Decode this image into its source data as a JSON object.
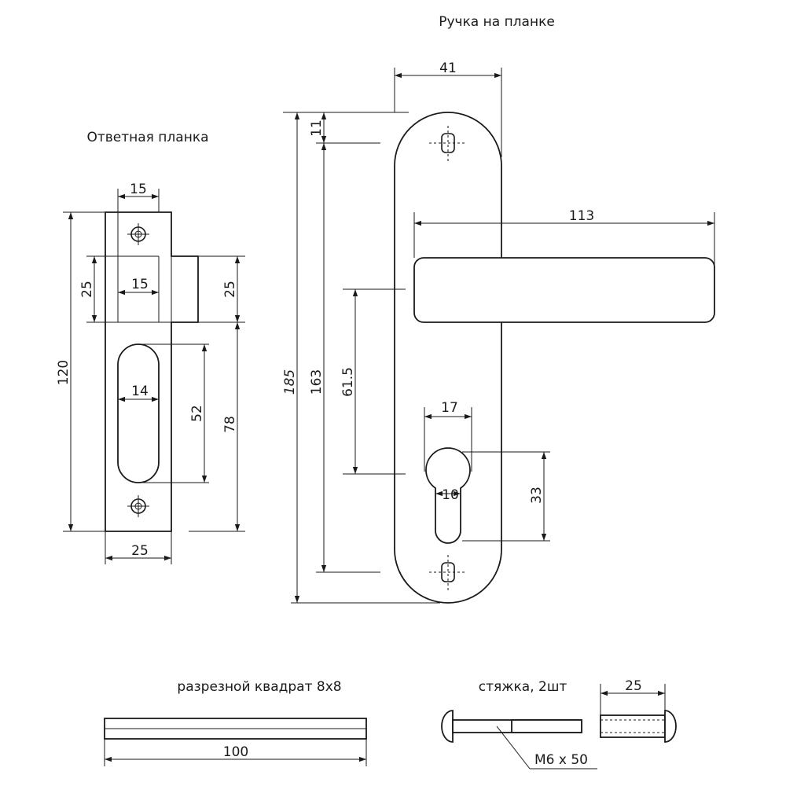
{
  "titles": {
    "handle": "Ручка на планке",
    "strike": "Ответная планка",
    "spindle": "разрезной квадрат 8x8",
    "screws": "стяжка, 2шт"
  },
  "strike_dims": {
    "w_top": "15",
    "h_notch": "25",
    "w_inner": "15",
    "h_notch_right": "25",
    "total_height": "120",
    "slot_width": "14",
    "slot_height": "52",
    "lower_height": "78",
    "total_width": "25"
  },
  "handle_dims": {
    "plate_width": "41",
    "hole_offset": "11",
    "lever_length": "113",
    "plate_height": "185",
    "hole_spacing": "163",
    "center_distance": "61.5",
    "cylinder_width": "17",
    "cylinder_inner": "10",
    "cylinder_height": "33"
  },
  "accessories": {
    "spindle_length": "100",
    "screw_size": "M6 x 50",
    "sleeve_length": "25"
  }
}
